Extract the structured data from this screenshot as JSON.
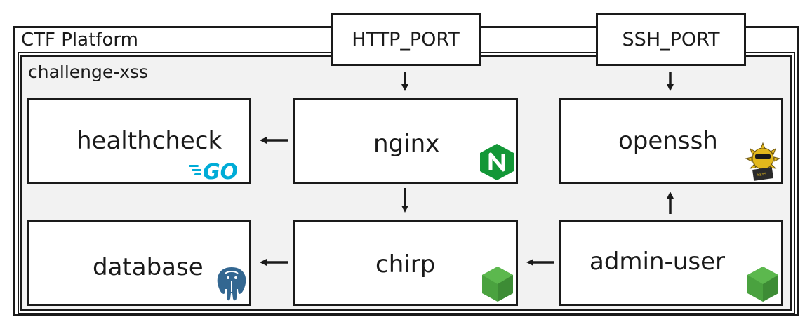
{
  "platform": {
    "label": "CTF Platform"
  },
  "challenge": {
    "label": "challenge-xss"
  },
  "ports": {
    "http": "HTTP_PORT",
    "ssh": "SSH_PORT"
  },
  "services": {
    "healthcheck": {
      "label": "healthcheck",
      "icon": "go-logo-icon"
    },
    "nginx": {
      "label": "nginx",
      "icon": "nginx-logo-icon"
    },
    "openssh": {
      "label": "openssh",
      "icon": "openssh-puffer-icon"
    },
    "database": {
      "label": "database",
      "icon": "postgresql-elephant-icon"
    },
    "chirp": {
      "label": "chirp",
      "icon": "nodejs-hexagon-icon"
    },
    "admin_user": {
      "label": "admin-user",
      "icon": "nodejs-hexagon-icon"
    }
  },
  "edges": [
    {
      "from": "HTTP_PORT",
      "to": "nginx"
    },
    {
      "from": "SSH_PORT",
      "to": "openssh"
    },
    {
      "from": "nginx",
      "to": "healthcheck"
    },
    {
      "from": "nginx",
      "to": "chirp"
    },
    {
      "from": "chirp",
      "to": "database"
    },
    {
      "from": "admin-user",
      "to": "chirp"
    },
    {
      "from": "admin-user",
      "to": "openssh"
    }
  ],
  "colors": {
    "go": "#00acd7",
    "nginx": "#139737",
    "node": "#4aa23f",
    "postgres": "#336791",
    "openssh": "#e3b81c"
  }
}
